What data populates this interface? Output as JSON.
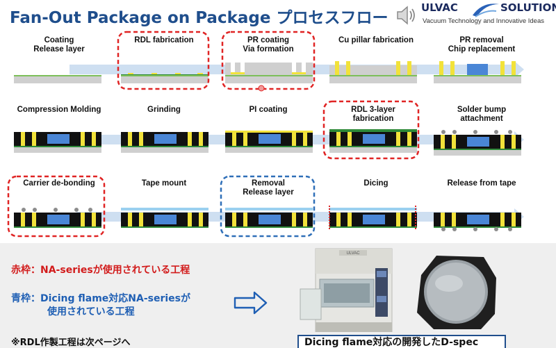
{
  "header": {
    "title": "Fan-Out Package on Package プロセスフロー",
    "logo_left": "ULVAC",
    "logo_right": "SOLUTIONS",
    "tagline": "Vacuum Technology and Innovative Ideas"
  },
  "steps": [
    {
      "label": "Coating\nRelease layer",
      "frame": "none"
    },
    {
      "label": "RDL fabrication",
      "frame": "red"
    },
    {
      "label": "PR coating\nVia formation",
      "frame": "red"
    },
    {
      "label": "Cu pillar fabrication",
      "frame": "none"
    },
    {
      "label": "PR removal\nChip replacement",
      "frame": "none"
    },
    {
      "label": "Compression  Molding",
      "frame": "none"
    },
    {
      "label": "Grinding",
      "frame": "none"
    },
    {
      "label": "PI coating",
      "frame": "none"
    },
    {
      "label": "RDL 3-layer\nfabrication",
      "frame": "red"
    },
    {
      "label": "Solder bump\nattachment",
      "frame": "none"
    },
    {
      "label": "Carrier de-bonding",
      "frame": "red"
    },
    {
      "label": "Tape mount",
      "frame": "none"
    },
    {
      "label": "Removal\nRelease layer",
      "frame": "blue"
    },
    {
      "label": "Dicing",
      "frame": "none"
    },
    {
      "label": "Release from tape",
      "frame": "none"
    }
  ],
  "legend": {
    "red_text": "赤枠：NA-seriesが使用されている工程",
    "blue_text_1": "青枠：Dicing flame対応NA-seriesが",
    "blue_text_2": "使用されている工程",
    "note": "※RDL作製工程は次ページへ",
    "photo_caption": "Dicing flame対応の開発したD-spec",
    "machine_brand": "ULVAC"
  },
  "colors": {
    "title": "#1f4e8c",
    "red_frame": "#e02424",
    "blue_frame": "#2f6fb8",
    "arrow": "#c6d9ef",
    "substrate": "#cfcfcf",
    "release_layer": "#7dbf5a",
    "rdl": "#f2e23a",
    "chip": "#4a86d6",
    "mold": "#111111"
  }
}
